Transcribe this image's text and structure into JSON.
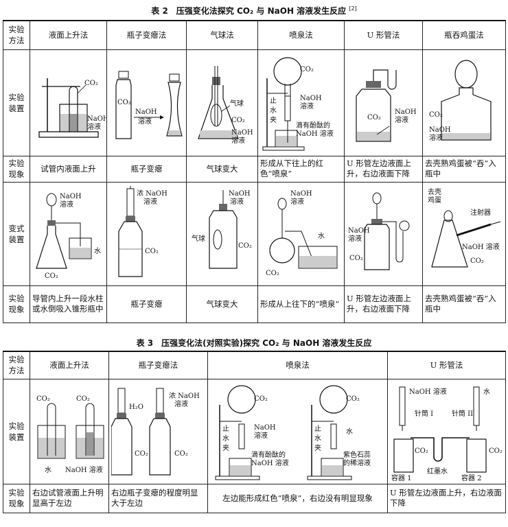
{
  "table2": {
    "caption_prefix": "表 2　压强变化法探究 CO₂ 与 NaOH 溶液发生反应",
    "caption_ref": "[2]",
    "row_method": "实验方法",
    "row_apparatus": "实验装置",
    "row_phenomenon": "实验现象",
    "row_variant": "变式装置",
    "row_phenomenon2": "实验现象",
    "methods": [
      "液面上升法",
      "瓶子变瘪法",
      "气球法",
      "喷泉法",
      "U 形管法",
      "瓶吞鸡蛋法"
    ],
    "phenomena": [
      "试管内液面上升",
      "瓶子变瘪",
      "气球变大",
      "形成从下往上的红色“喷泉”",
      "U 形管左边液面上升，右边液面下降",
      "去壳熟鸡蛋被“吞”入瓶中"
    ],
    "phenomena2": [
      "导管内上升一段水柱或水倒吸入锥形瓶中",
      "瓶子变瘪",
      "气球变大",
      "形成从上往下的“喷泉”",
      "U 形管左边液面上升，右边液面下降",
      "去壳熟鸡蛋被“吞”入瓶中"
    ],
    "labels": {
      "co2": "CO₂",
      "naoh": "NaOH",
      "solution": "溶液",
      "naoh_solution": "NaOH 溶液",
      "balloon": "气球",
      "stop": "止",
      "water_word": "水",
      "clip": "夹",
      "phenol1": "滴有酚酞的",
      "phenol2": "NaOH 溶液",
      "conc": "浓 NaOH",
      "egg1": "去壳",
      "egg2": "鸡蛋",
      "syringe": "注射器",
      "water": "水"
    }
  },
  "table3": {
    "caption": "表 3　压强变化法(对照实验)探究 CO₂ 与 NaOH 溶液发生反应",
    "row_method": "实验方法",
    "row_apparatus": "实验装置",
    "row_phenomenon": "实验现象",
    "methods": [
      "液面上升法",
      "瓶子变瘪法",
      "喷泉法",
      "U 形管法"
    ],
    "phenomena": [
      "右边试管液面上升明显高于左边",
      "右边瓶子变瘪的程度明显大于左边",
      "左边能形成红色“喷泉”，右边没有明显现象",
      "U 形管左边液面上升，右边液面下降"
    ],
    "labels": {
      "co2": "CO₂",
      "water": "水",
      "naoh_solution": "NaOH 溶液",
      "h2o": "H₂O",
      "conc": "浓 NaOH",
      "solution": "溶液",
      "naoh": "NaOH",
      "stop": "止",
      "water_word": "水",
      "clip": "夹",
      "phenol1": "滴有酚酞的",
      "phenol2": "NaOH 溶液",
      "litmus1": "紫色石蕊",
      "litmus2": "的稀溶液",
      "syringe1": "针筒 I",
      "syringe2": "针筒 II",
      "container1": "容器 1",
      "container2": "容器 2",
      "red_ink": "红墨水"
    }
  }
}
